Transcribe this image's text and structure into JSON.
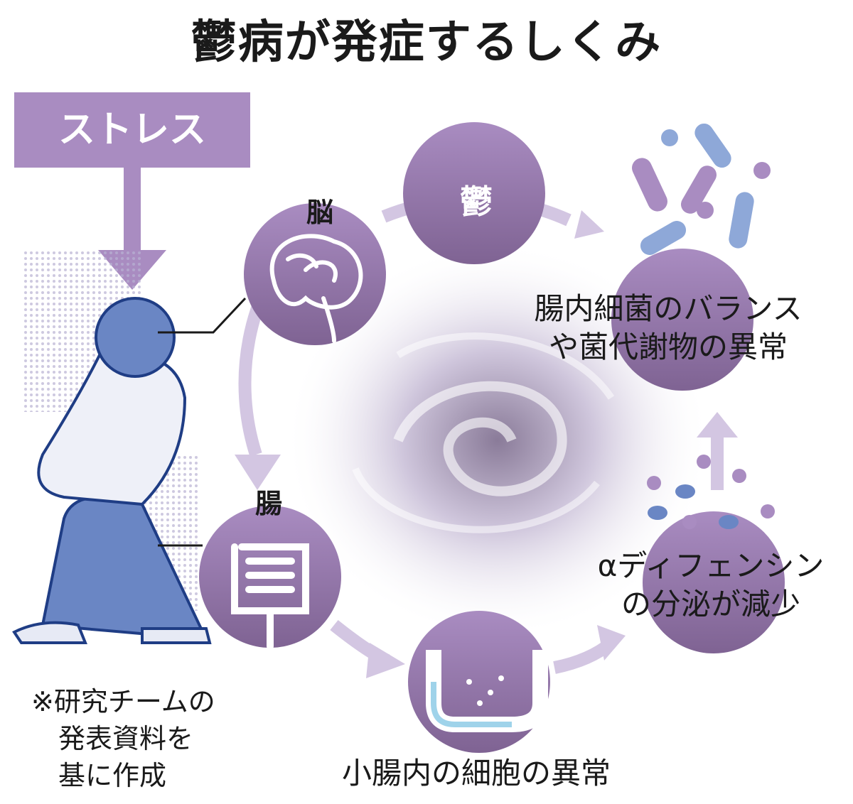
{
  "title": "鬱病が発症するしくみ",
  "stress": "ストレス",
  "nodes": {
    "brain": "脳",
    "gut": "腸",
    "depression": "鬱"
  },
  "captions": {
    "flora": [
      "腸内細菌のバランス",
      "や菌代謝物の異常"
    ],
    "alpha": [
      "αディフェンシン",
      "の分泌が減少"
    ],
    "cells": "小腸内の細胞の異常"
  },
  "note": [
    "※研究チームの",
    "発表資料を",
    "基に作成"
  ],
  "colors": {
    "purple": "#a98cc1",
    "dark_purple": "#7f6393",
    "arrow": "#d3c6e2",
    "figure_blue": "#6a86c4",
    "outline": "#1f3d85"
  }
}
